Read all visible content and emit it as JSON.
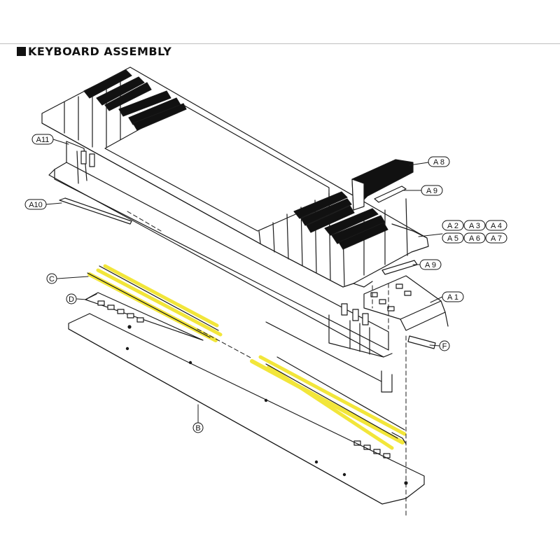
{
  "title": "KEYBOARD ASSEMBLY",
  "colors": {
    "line": "#1a1a1a",
    "key_black": "#111111",
    "highlight": "#f2e63a",
    "paper": "#ffffff"
  },
  "labels": {
    "a11": "A11",
    "a10": "A10",
    "a8": "A 8",
    "a9_top": "A 9",
    "a2": "A 2",
    "a3": "A 3",
    "a4": "A 4",
    "a5": "A 5",
    "a6": "A 6",
    "a7": "A 7",
    "a9_mid": "A 9",
    "a1": "A 1",
    "c": "C",
    "d": "D",
    "f": "F",
    "b": "B"
  }
}
